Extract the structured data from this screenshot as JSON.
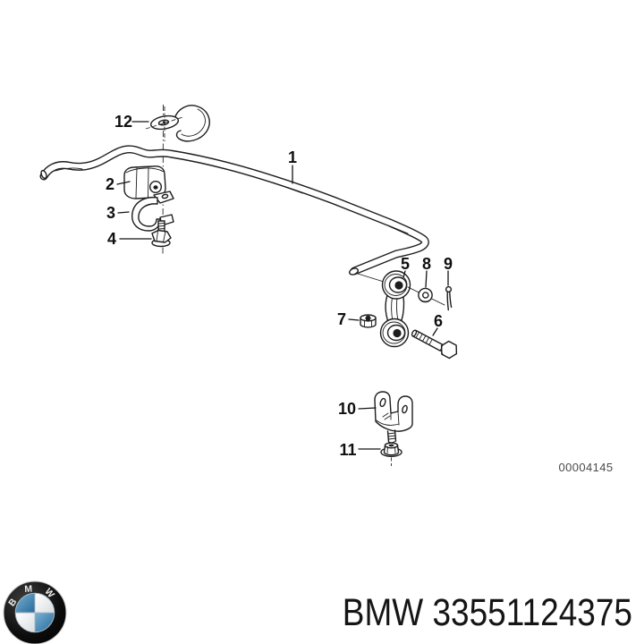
{
  "diagram": {
    "drawing_number": "00004145",
    "labels": [
      "1",
      "2",
      "3",
      "4",
      "5",
      "6",
      "7",
      "8",
      "9",
      "10",
      "11",
      "12"
    ]
  },
  "footer": {
    "logo_letters": "BMW",
    "brand": "BMW",
    "part_number": "33551124375"
  },
  "colors": {
    "background": "#ffffff",
    "line": "#1d1d1d",
    "drawing_number": "#4a4a4a",
    "logo_blue": "#3f84b2",
    "logo_black": "#0b0b0b",
    "footer_text": "#151515"
  }
}
